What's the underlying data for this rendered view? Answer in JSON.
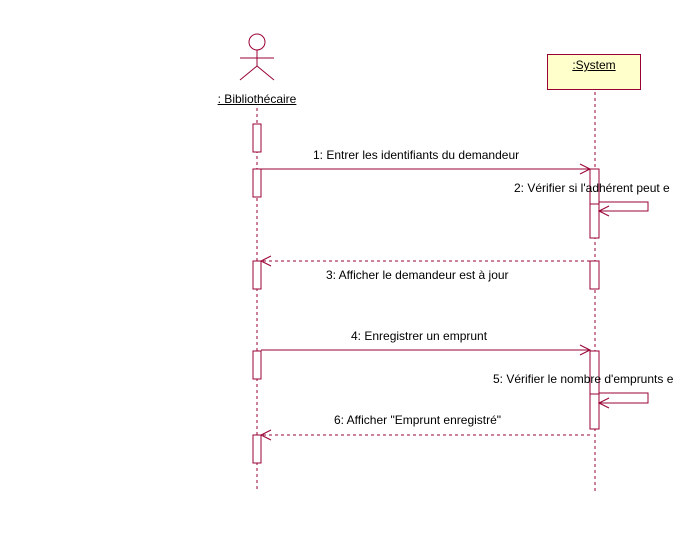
{
  "diagram": {
    "colors": {
      "line": "#990033",
      "object_fill": "#ffffcc"
    },
    "actor": {
      "name": ": Bibliothécaire",
      "icon": "stick-figure-icon"
    },
    "system": {
      "name": ":System"
    },
    "messages": [
      {
        "number": 1,
        "text": "1: Entrer les identifiants du demandeur",
        "kind": "call"
      },
      {
        "number": 2,
        "text": "2: Vérifier si l'adhérent peut e",
        "kind": "self"
      },
      {
        "number": 3,
        "text": "3: Afficher le demandeur est à jour",
        "kind": "return"
      },
      {
        "number": 4,
        "text": "4: Enregistrer un emprunt",
        "kind": "call"
      },
      {
        "number": 5,
        "text": "5: Vérifier le nombre d'emprunts e",
        "kind": "self"
      },
      {
        "number": 6,
        "text": "6: Afficher \"Emprunt enregistré\"",
        "kind": "return"
      }
    ]
  }
}
